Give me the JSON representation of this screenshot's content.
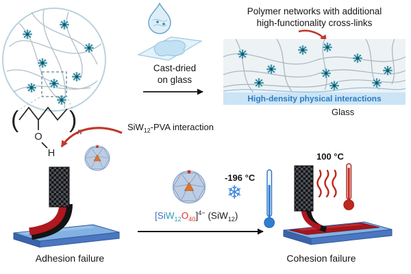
{
  "colors": {
    "crosslink_teal": "#1d7d96",
    "band_blue": "#cbe4f6",
    "band_text_blue": "#2a7cc2",
    "adhesive_red": "#b0171e",
    "substrate_blue": "#4a77c0",
    "cold_blue": "#2e7fd0",
    "hot_red": "#c0281e",
    "arrow_red": "#c0392b"
  },
  "icons": {
    "snowflake": "❄"
  },
  "scheme": {
    "pva": {
      "bracket_left": "(",
      "bracket_right": ")",
      "n": "n",
      "o": "O",
      "h": "H"
    },
    "interaction": {
      "pre": "SiW",
      "sub": "12",
      "post": "-PVA interaction"
    },
    "cast": {
      "line1": "Cast-dried",
      "line2": "on glass"
    },
    "network_caption": {
      "line1": "Polymer networks with additional",
      "line2": "high-functionality cross-links"
    },
    "band_label": "High-density physical interactions",
    "glass_label": "Glass"
  },
  "reaction": {
    "formula": {
      "open": "[",
      "si": "Si",
      "w": "W",
      "w_sub": "12",
      "o": "O",
      "o_sub": "40",
      "close": "]",
      "charge": "4−",
      "tail_pre": " (SiW",
      "tail_sub": "12",
      "tail_post": ")"
    },
    "cold_temp": "-196 °C",
    "hot_temp": "100 °C",
    "left_label": "Adhesion failure",
    "right_label": "Cohesion failure"
  }
}
